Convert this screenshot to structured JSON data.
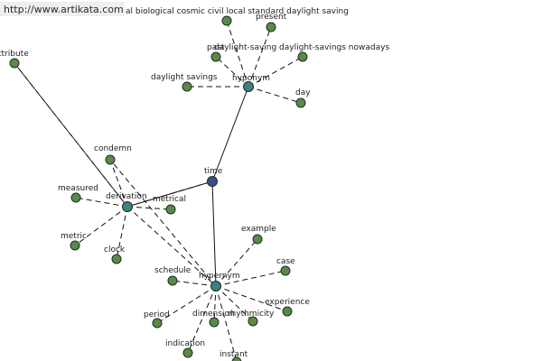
{
  "header": {
    "url": "http://www.artikata.com",
    "top_text": "al biological cosmic civil local standard daylight saving"
  },
  "colors": {
    "leaf": "#5a8a4a",
    "hub": "#3f7f86",
    "center": "#3c4e8a",
    "stroke": "#1e2e1e"
  },
  "graph": {
    "center": {
      "id": "time",
      "label": "time"
    },
    "hubs": [
      {
        "id": "hyponym",
        "label": "hyponym"
      },
      {
        "id": "derivation",
        "label": "derivation"
      },
      {
        "id": "hypernym",
        "label": "hypernym"
      }
    ],
    "leaves": [
      {
        "id": "attribute",
        "label": "ttribute",
        "hub": "derivation"
      },
      {
        "id": "biological",
        "label": "",
        "hub": "hyponym"
      },
      {
        "id": "present",
        "label": "present",
        "hub": "hyponym"
      },
      {
        "id": "past",
        "label": "past",
        "hub": "hyponym"
      },
      {
        "id": "daylight-saving",
        "label": "daylight-saving daylight-savings nowadays",
        "hub": "hyponym"
      },
      {
        "id": "daylight-savings",
        "label": "daylight savings",
        "hub": "hyponym"
      },
      {
        "id": "day",
        "label": "day",
        "hub": "hyponym"
      },
      {
        "id": "condemn",
        "label": "condemn",
        "hub": "derivation"
      },
      {
        "id": "measured",
        "label": "measured",
        "hub": "derivation"
      },
      {
        "id": "metrical",
        "label": "metrical",
        "hub": "derivation"
      },
      {
        "id": "metric",
        "label": "metric",
        "hub": "derivation"
      },
      {
        "id": "clock",
        "label": "clock",
        "hub": "derivation"
      },
      {
        "id": "example",
        "label": "example",
        "hub": "hypernym"
      },
      {
        "id": "case",
        "label": "case",
        "hub": "hypernym"
      },
      {
        "id": "schedule",
        "label": "schedule",
        "hub": "hypernym"
      },
      {
        "id": "experience",
        "label": "experience",
        "hub": "hypernym"
      },
      {
        "id": "period",
        "label": "period",
        "hub": "hypernym"
      },
      {
        "id": "dimension",
        "label": "dimension",
        "hub": "hypernym"
      },
      {
        "id": "rhythmicity",
        "label": "rhythmicity",
        "hub": "hypernym"
      },
      {
        "id": "indication",
        "label": "indication",
        "hub": "hypernym"
      },
      {
        "id": "instant",
        "label": "instant",
        "hub": "hypernym"
      }
    ]
  }
}
